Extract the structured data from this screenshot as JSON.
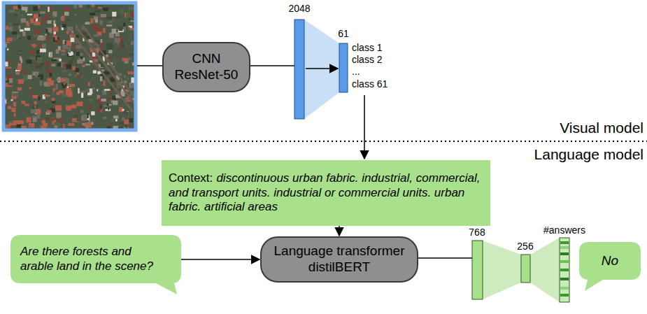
{
  "diagram": {
    "nodes": [
      {
        "text": [
          "CNN ResNet-50"
        ]
      },
      {
        "text": [
          "Context:",
          "discontinuous urban fabric. industrial, commercial, and transport units. industrial or commercial units. urban fabric. artificial areas"
        ]
      },
      {
        "text": [
          "Are there forests and arable land in the scene?"
        ]
      },
      {
        "text": [
          "Language transformer distilBERT"
        ]
      },
      {
        "text": [
          "No"
        ]
      }
    ],
    "edges": [
      {
        "from": 1,
        "to": 3,
        "arrow": "to"
      },
      {
        "from": 2,
        "to": 3,
        "arrow": "to"
      }
    ],
    "labels": [
      "2048",
      "61",
      "class 1",
      "class 2",
      "...",
      "class 61",
      "Visual model",
      "Language model",
      "768",
      "256",
      "#answers"
    ]
  }
}
